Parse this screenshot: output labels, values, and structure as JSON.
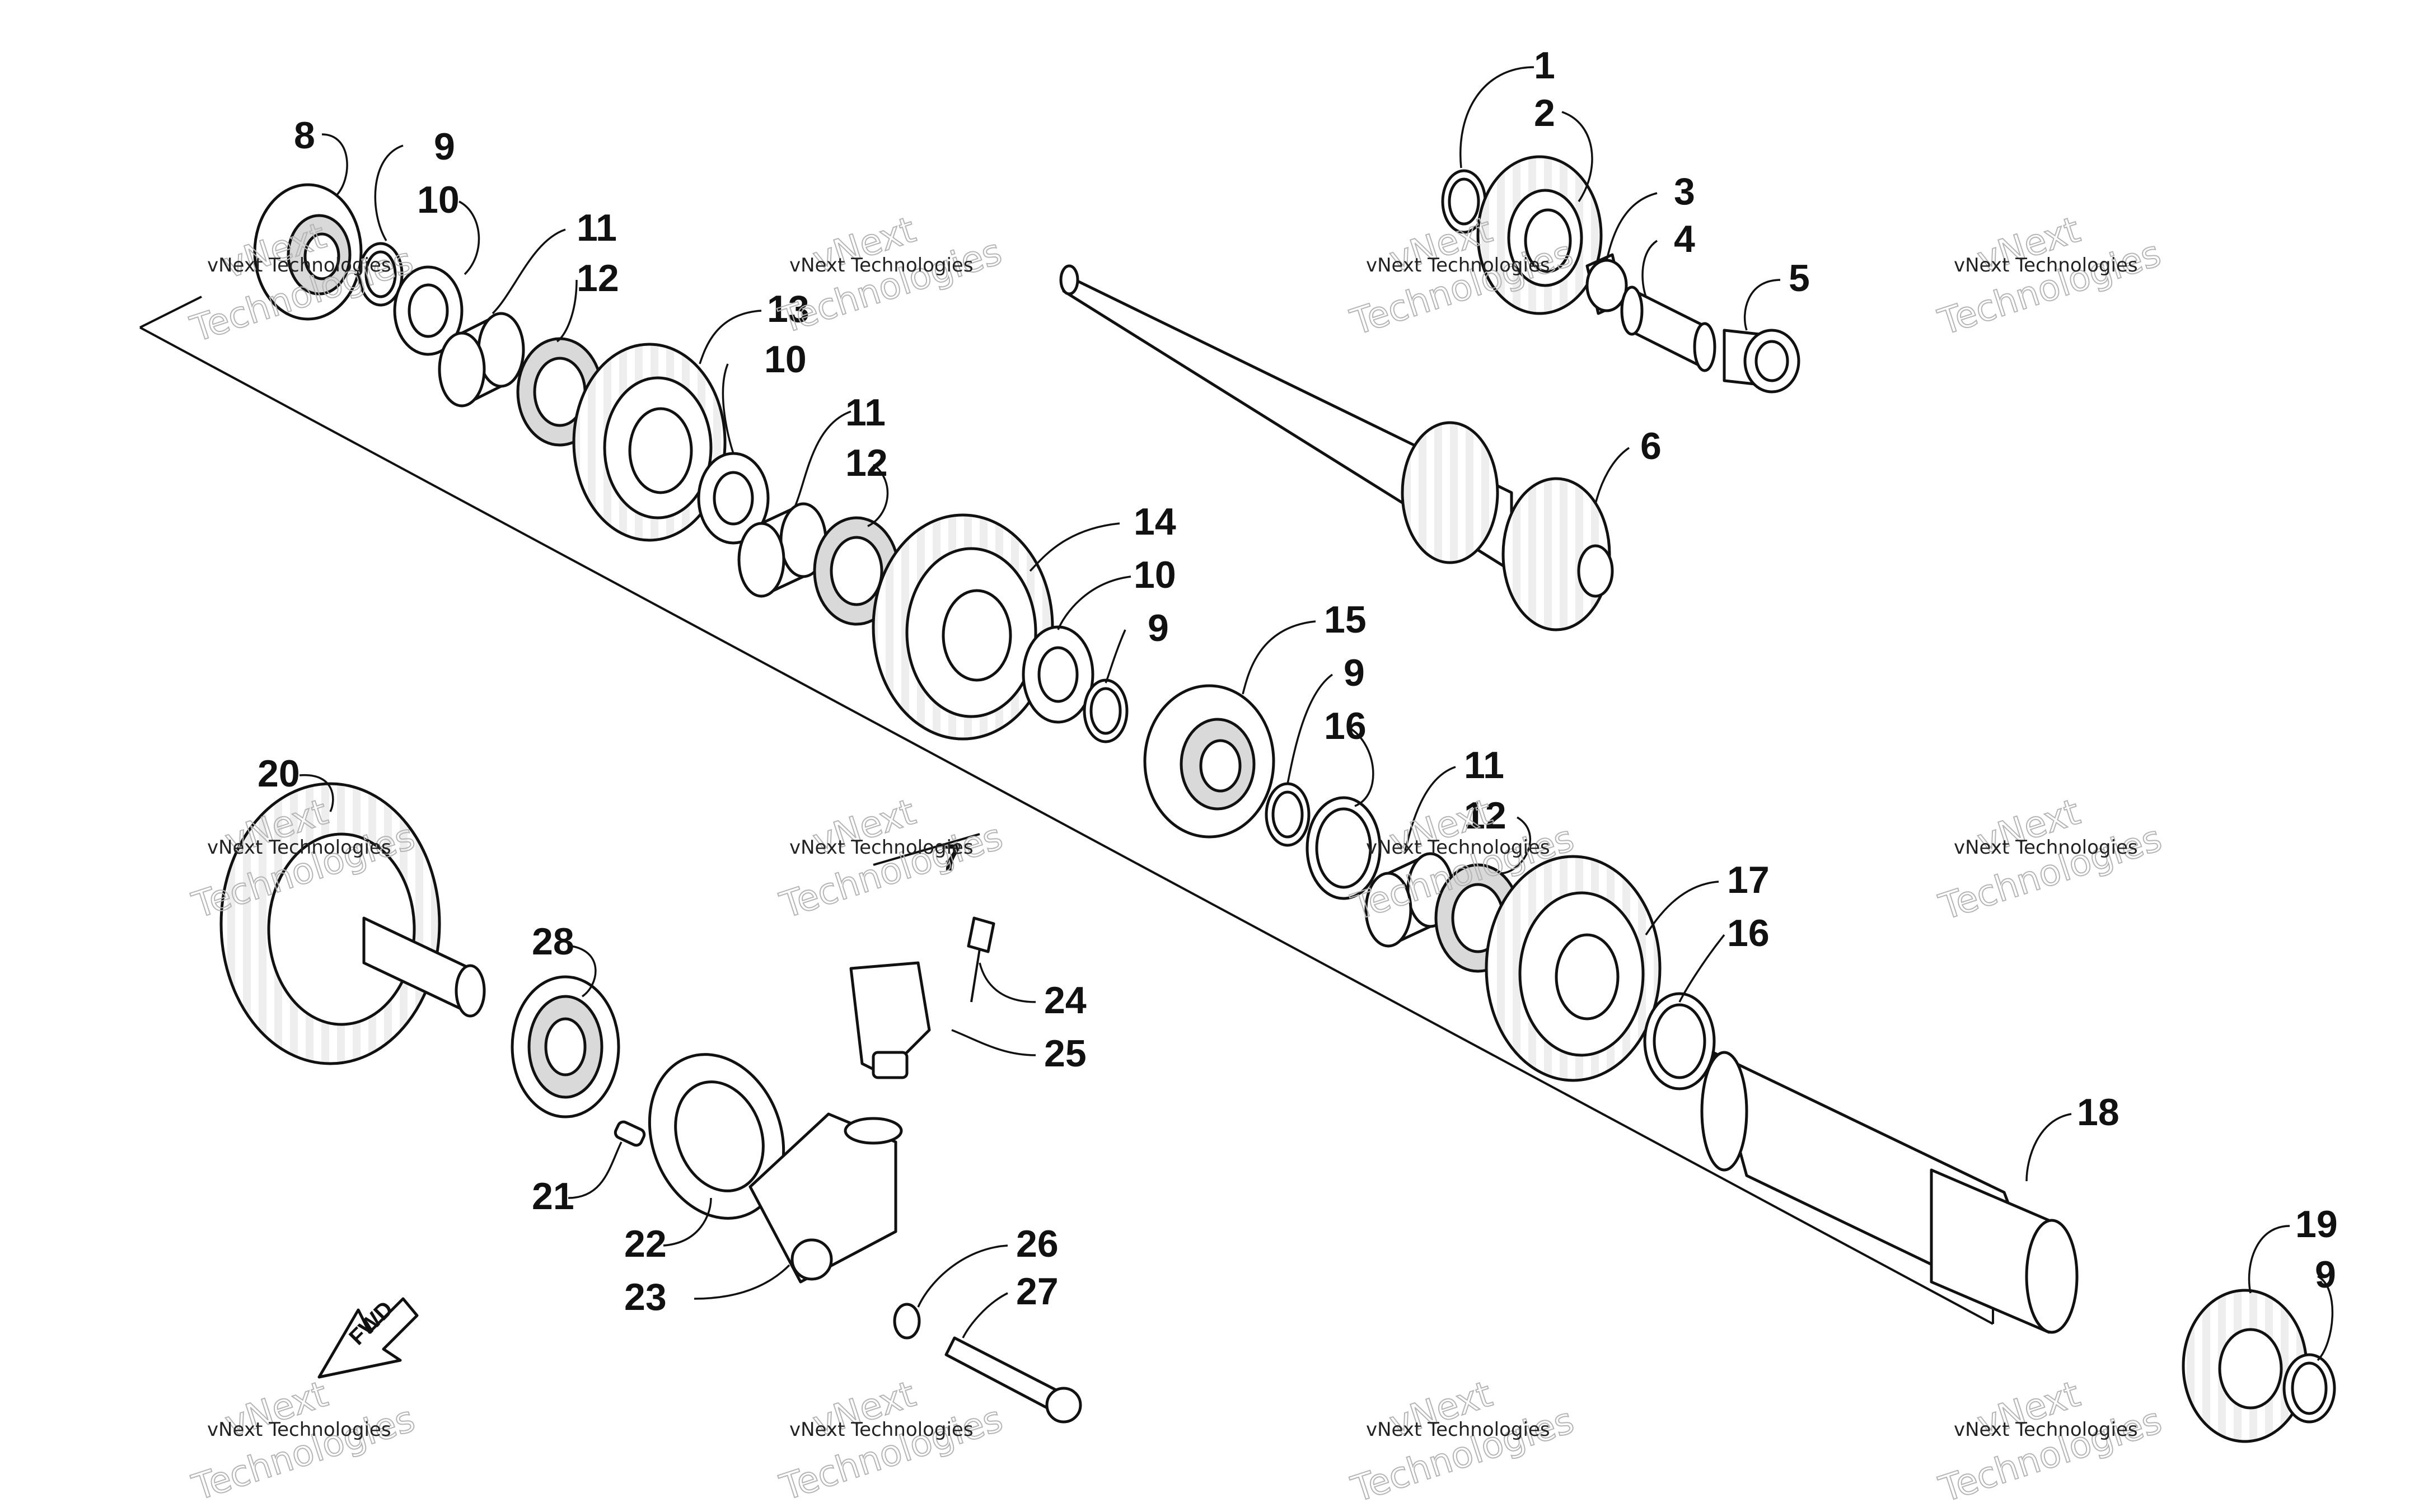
{
  "diagram": {
    "watermark_line1": "vNext Technologies",
    "watermark_line2": "Technologies",
    "watermark_line3": "vNext",
    "fwd_label": "FWD"
  },
  "callouts": [
    {
      "id": "c1",
      "label": "1"
    },
    {
      "id": "c2",
      "label": "2"
    },
    {
      "id": "c3",
      "label": "3"
    },
    {
      "id": "c4",
      "label": "4"
    },
    {
      "id": "c5",
      "label": "5"
    },
    {
      "id": "c6",
      "label": "6"
    },
    {
      "id": "c7",
      "label": "7"
    },
    {
      "id": "c8",
      "label": "8"
    },
    {
      "id": "c9a",
      "label": "9"
    },
    {
      "id": "c10a",
      "label": "10"
    },
    {
      "id": "c11a",
      "label": "11"
    },
    {
      "id": "c12a",
      "label": "12"
    },
    {
      "id": "c13",
      "label": "13"
    },
    {
      "id": "c10b",
      "label": "10"
    },
    {
      "id": "c11b",
      "label": "11"
    },
    {
      "id": "c12b",
      "label": "12"
    },
    {
      "id": "c14",
      "label": "14"
    },
    {
      "id": "c10c",
      "label": "10"
    },
    {
      "id": "c9b",
      "label": "9"
    },
    {
      "id": "c15",
      "label": "15"
    },
    {
      "id": "c9c",
      "label": "9"
    },
    {
      "id": "c16a",
      "label": "16"
    },
    {
      "id": "c11c",
      "label": "11"
    },
    {
      "id": "c12c",
      "label": "12"
    },
    {
      "id": "c17",
      "label": "17"
    },
    {
      "id": "c16b",
      "label": "16"
    },
    {
      "id": "c18",
      "label": "18"
    },
    {
      "id": "c19",
      "label": "19"
    },
    {
      "id": "c9d",
      "label": "9"
    },
    {
      "id": "c20",
      "label": "20"
    },
    {
      "id": "c21",
      "label": "21"
    },
    {
      "id": "c22",
      "label": "22"
    },
    {
      "id": "c23",
      "label": "23"
    },
    {
      "id": "c24",
      "label": "24"
    },
    {
      "id": "c25",
      "label": "25"
    },
    {
      "id": "c26",
      "label": "26"
    },
    {
      "id": "c27",
      "label": "27"
    },
    {
      "id": "c28",
      "label": "28"
    }
  ]
}
